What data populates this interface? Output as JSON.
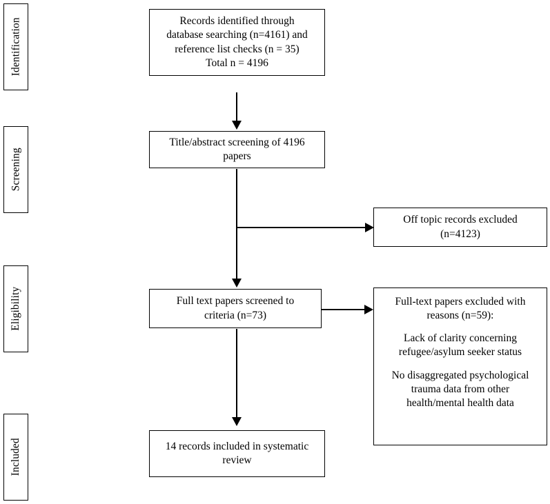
{
  "diagram": {
    "title": "PRISMA systematic review flow diagram",
    "type": "flowchart",
    "background": "#ffffff",
    "line_color": "#000000"
  },
  "stages": [
    {
      "label": "Identification"
    },
    {
      "label": "Screening"
    },
    {
      "label": "Eligibility"
    },
    {
      "label": "Included"
    }
  ],
  "nodes": {
    "identification": {
      "line1": "Records identified through",
      "line2": "database searching (n=4161) and",
      "line3": "reference list checks (n = 35)",
      "line4": "Total n = 4196"
    },
    "screening": {
      "line1": "Title/abstract screening of 4196",
      "line2": "papers"
    },
    "off_topic_excluded": {
      "line1": "Off topic records excluded",
      "line2": "(n=4123)"
    },
    "full_text_screened": {
      "line1": "Full text papers screened to",
      "line2": "criteria (n=73)"
    },
    "full_text_excluded": {
      "line1": "Full-text papers excluded with",
      "line2": "reasons (n=59):",
      "line3": "Lack of clarity concerning",
      "line4": "refugee/asylum seeker status",
      "line5": "No disaggregated psychological",
      "line6": "trauma data from other",
      "line7": "health/mental health data"
    },
    "included": {
      "line1": "14 records included in systematic",
      "line2": "review"
    }
  },
  "chart_data": {
    "type": "flowchart",
    "title": "PRISMA flow diagram",
    "counts": {
      "database_searching": 4161,
      "reference_list_checks": 35,
      "total_identified": 4196,
      "title_abstract_screened": 4196,
      "off_topic_excluded": 4123,
      "full_text_screened": 73,
      "full_text_excluded": 59,
      "included_in_review": 14
    },
    "exclusion_reasons": [
      "Lack of clarity concerning refugee/asylum seeker status",
      "No disaggregated psychological trauma data from other health/mental health data"
    ]
  }
}
